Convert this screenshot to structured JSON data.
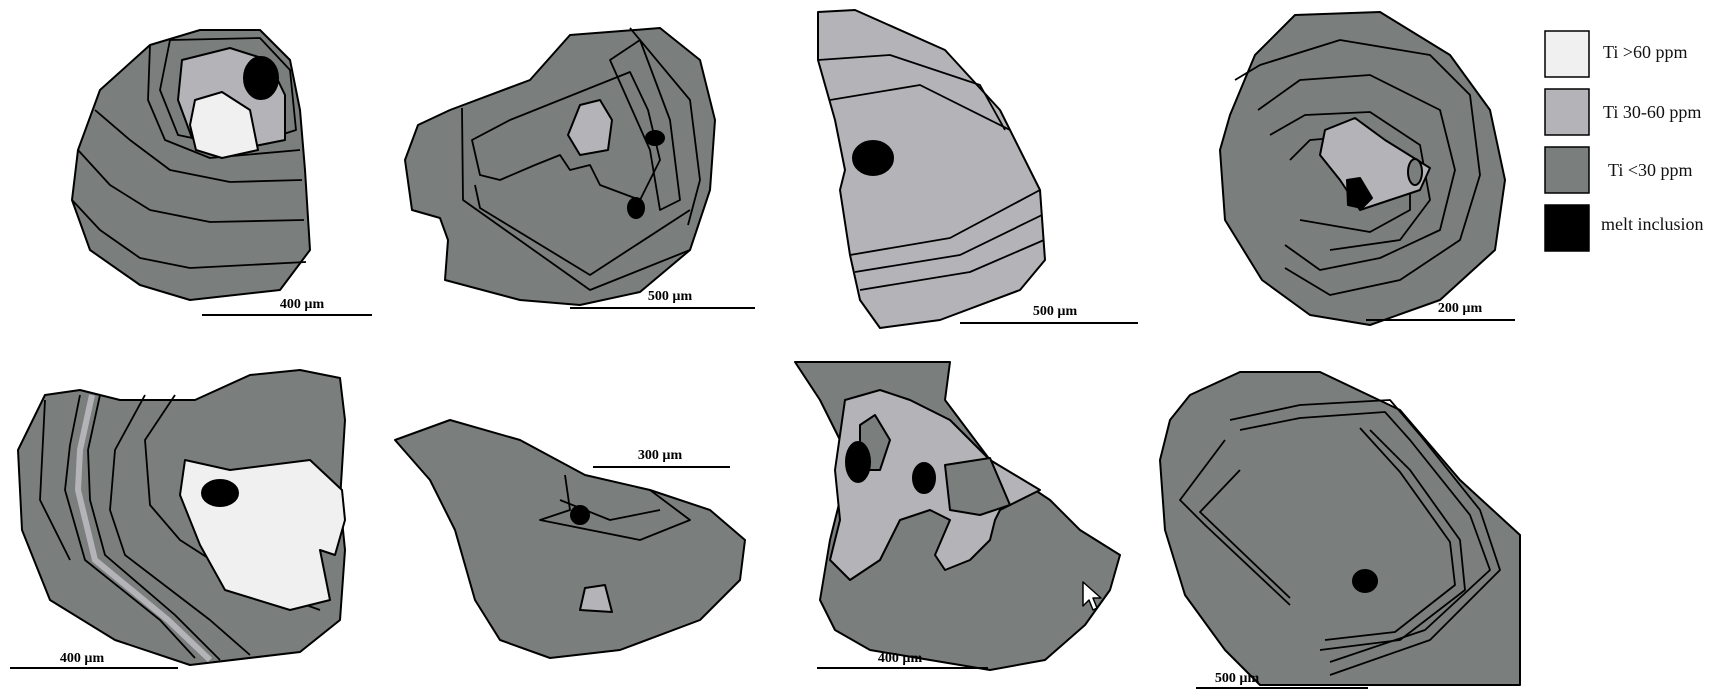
{
  "colors": {
    "high_ti": "#f0f0f0",
    "mid_ti": "#b4b4b8",
    "low_ti": "#7a7e7c",
    "melt_inclusion": "#000000"
  },
  "legend": [
    {
      "key": "high_ti",
      "label": "Ti >60 ppm"
    },
    {
      "key": "mid_ti",
      "label": "Ti 30-60 ppm"
    },
    {
      "key": "low_ti",
      "label": "Ti <30 ppm"
    },
    {
      "key": "melt_inclusion",
      "label": "melt inclusion"
    }
  ],
  "grains": [
    {
      "id": "grain-1",
      "scale_label": "400 µm"
    },
    {
      "id": "grain-2",
      "scale_label": "500 µm"
    },
    {
      "id": "grain-3",
      "scale_label": "500 µm"
    },
    {
      "id": "grain-4",
      "scale_label": "200 µm"
    },
    {
      "id": "grain-5",
      "scale_label": "400 µm"
    },
    {
      "id": "grain-6",
      "scale_label": "300 µm"
    },
    {
      "id": "grain-7",
      "scale_label": "400 µm"
    },
    {
      "id": "grain-8",
      "scale_label": "500 µm"
    }
  ],
  "cursor": {
    "icon": "mouse-pointer-icon"
  }
}
